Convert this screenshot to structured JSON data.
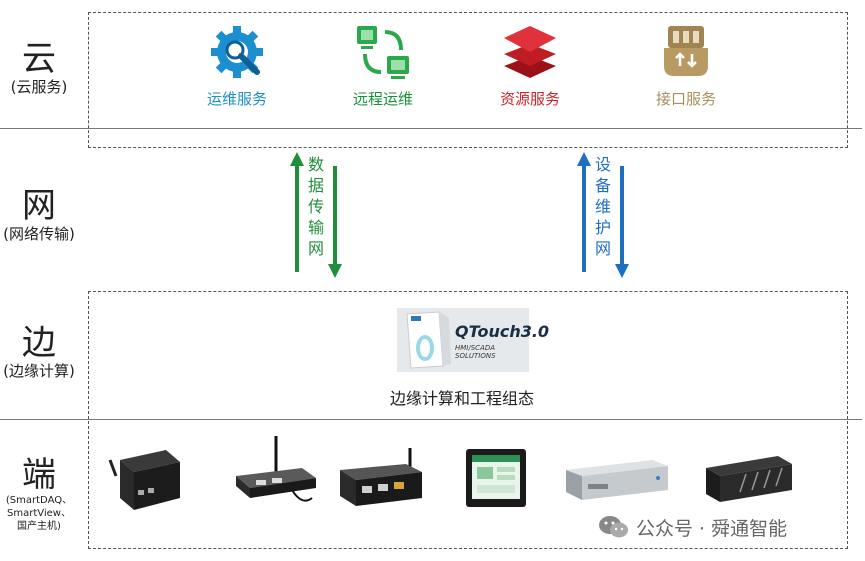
{
  "layers": {
    "cloud": {
      "title": "云",
      "subtitle": "(云服务)"
    },
    "network": {
      "title": "网",
      "subtitle": "(网络传输)"
    },
    "edge": {
      "title": "边",
      "subtitle": "(边缘计算)"
    },
    "terminal": {
      "title": "端",
      "subtitle_lines": [
        "(SmartDAQ、",
        "SmartView、",
        "国产主机)"
      ]
    }
  },
  "services": [
    {
      "label": "运维服务",
      "color": "#1b8fd0",
      "icon": "gear-wrench-icon"
    },
    {
      "label": "远程运维",
      "color": "#19933a",
      "icon": "remote-network-icon"
    },
    {
      "label": "资源服务",
      "color": "#d0232a",
      "icon": "layers-icon"
    },
    {
      "label": "接口服务",
      "color": "#a89060",
      "icon": "interface-plug-icon"
    }
  ],
  "network_channels": {
    "data": {
      "label": "数据传输网",
      "color": "#1f8f3a"
    },
    "maintenance": {
      "label": "设备维护网",
      "color": "#1f6fc0"
    }
  },
  "edge": {
    "product_name": "QTouch3.0",
    "product_tagline": "HMI/SCADA SOLUTIONS",
    "caption": "边缘计算和工程组态"
  },
  "terminal_devices": [
    "gateway-box-icon",
    "antenna-controller-icon",
    "io-module-icon",
    "touch-panel-icon",
    "rack-server-icon",
    "industrial-pc-icon"
  ],
  "watermark": "公众号 · 舜通智能"
}
